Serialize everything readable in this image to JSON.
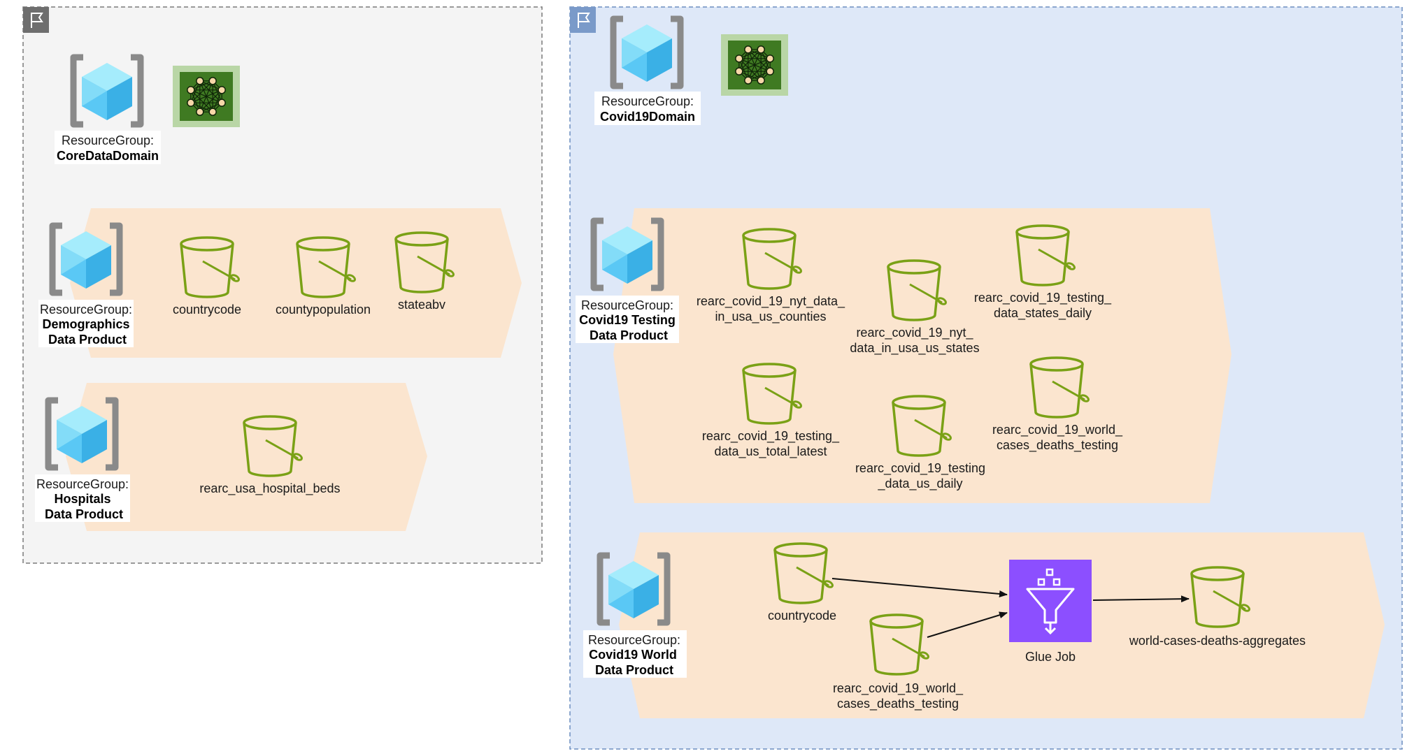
{
  "colors": {
    "core_domain_fill": "#f4f4f4",
    "core_domain_border": "#7a7a7a",
    "covid_domain_fill": "#dee8f8",
    "covid_domain_border": "#6c8ebf",
    "product_band": "#fbe5cf",
    "bucket_stroke": "#7aa116",
    "network_outer": "#b9d6a6",
    "network_inner": "#3f7a22",
    "cube_blue": "#5ac8f5",
    "bracket_gray": "#8a8a8a",
    "glue_purple": "#8c4fff"
  },
  "domains": {
    "core": {
      "flag_icon": "flag-icon",
      "resource_group_label": "ResourceGroup:",
      "resource_group_name": "CoreDataDomain",
      "network_icon": "data-mesh-network-icon",
      "products": [
        {
          "label_line1": "ResourceGroup:",
          "name_line1": "Demographics",
          "name_line2": "Data Product",
          "buckets": [
            {
              "lines": [
                "countrycode"
              ]
            },
            {
              "lines": [
                "countypopulation"
              ]
            },
            {
              "lines": [
                "stateabv"
              ]
            }
          ]
        },
        {
          "label_line1": "ResourceGroup:",
          "name_line1": "Hospitals",
          "name_line2": "Data Product",
          "buckets": [
            {
              "lines": [
                "rearc_usa_hospital_beds"
              ]
            }
          ]
        }
      ]
    },
    "covid": {
      "flag_icon": "flag-icon",
      "resource_group_label": "ResourceGroup:",
      "resource_group_name": "Covid19Domain",
      "network_icon": "data-mesh-network-icon",
      "products": [
        {
          "label_line1": "ResourceGroup:",
          "name_line1": "Covid19 Testing",
          "name_line2": "Data Product",
          "buckets": [
            {
              "lines": [
                "rearc_covid_19_nyt_data_",
                "in_usa_us_counties"
              ]
            },
            {
              "lines": [
                "rearc_covid_19_nyt_",
                "data_in_usa_us_states"
              ]
            },
            {
              "lines": [
                "rearc_covid_19_testing_",
                "data_states_daily"
              ]
            },
            {
              "lines": [
                "rearc_covid_19_testing_",
                "data_us_total_latest"
              ]
            },
            {
              "lines": [
                "rearc_covid_19_testing",
                "_data_us_daily"
              ]
            },
            {
              "lines": [
                "rearc_covid_19_world_",
                "cases_deaths_testing"
              ]
            }
          ]
        },
        {
          "label_line1": "ResourceGroup:",
          "name_line1": "Covid19 World",
          "name_line2": "Data Product",
          "buckets": [
            {
              "lines": [
                "countrycode"
              ]
            },
            {
              "lines": [
                "rearc_covid_19_world_",
                "cases_deaths_testing"
              ]
            },
            {
              "lines": [
                "world-cases-deaths-aggregates"
              ]
            }
          ],
          "glue_job": {
            "label": "Glue Job",
            "icon": "glue-job-icon"
          }
        }
      ]
    }
  }
}
